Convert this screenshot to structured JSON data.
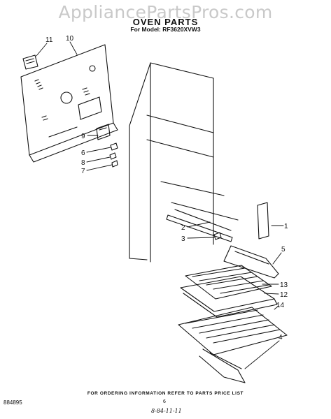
{
  "watermark": "AppliancePartsPros.com",
  "header": {
    "title": "OVEN PARTS",
    "subtitle": "For Model: RF3620XVW3"
  },
  "callouts": [
    "11",
    "10",
    "9",
    "6",
    "8",
    "7",
    "2",
    "3",
    "1",
    "5",
    "13",
    "12",
    "14",
    "4"
  ],
  "footer": {
    "note": "FOR ORDERING INFORMATION REFER TO PARTS PRICE LIST",
    "part_number": "884895",
    "page_number": "6",
    "signature": "8-84-11-11"
  }
}
